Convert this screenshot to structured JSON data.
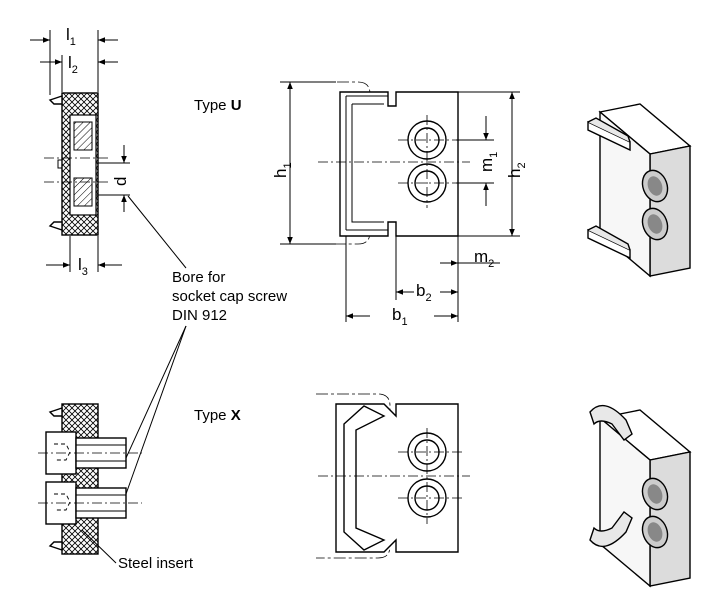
{
  "type_u": {
    "prefix": "Type ",
    "letter": "U"
  },
  "type_x": {
    "prefix": "Type ",
    "letter": "X"
  },
  "dims": {
    "l1": {
      "main": "l",
      "sub": "1"
    },
    "l2": {
      "main": "l",
      "sub": "2"
    },
    "l3": {
      "main": "l",
      "sub": "3"
    },
    "d": {
      "main": "d"
    },
    "h1": {
      "main": "h",
      "sub": "1"
    },
    "h2": {
      "main": "h",
      "sub": "2"
    },
    "m1": {
      "main": "m",
      "sub": "1"
    },
    "m2": {
      "main": "m",
      "sub": "2"
    },
    "b1": {
      "main": "b",
      "sub": "1"
    },
    "b2": {
      "main": "b",
      "sub": "2"
    }
  },
  "callouts": {
    "bore_line1": "Bore for",
    "bore_line2": "socket cap screw",
    "bore_line3": "DIN 912",
    "steel_insert": "Steel insert"
  }
}
